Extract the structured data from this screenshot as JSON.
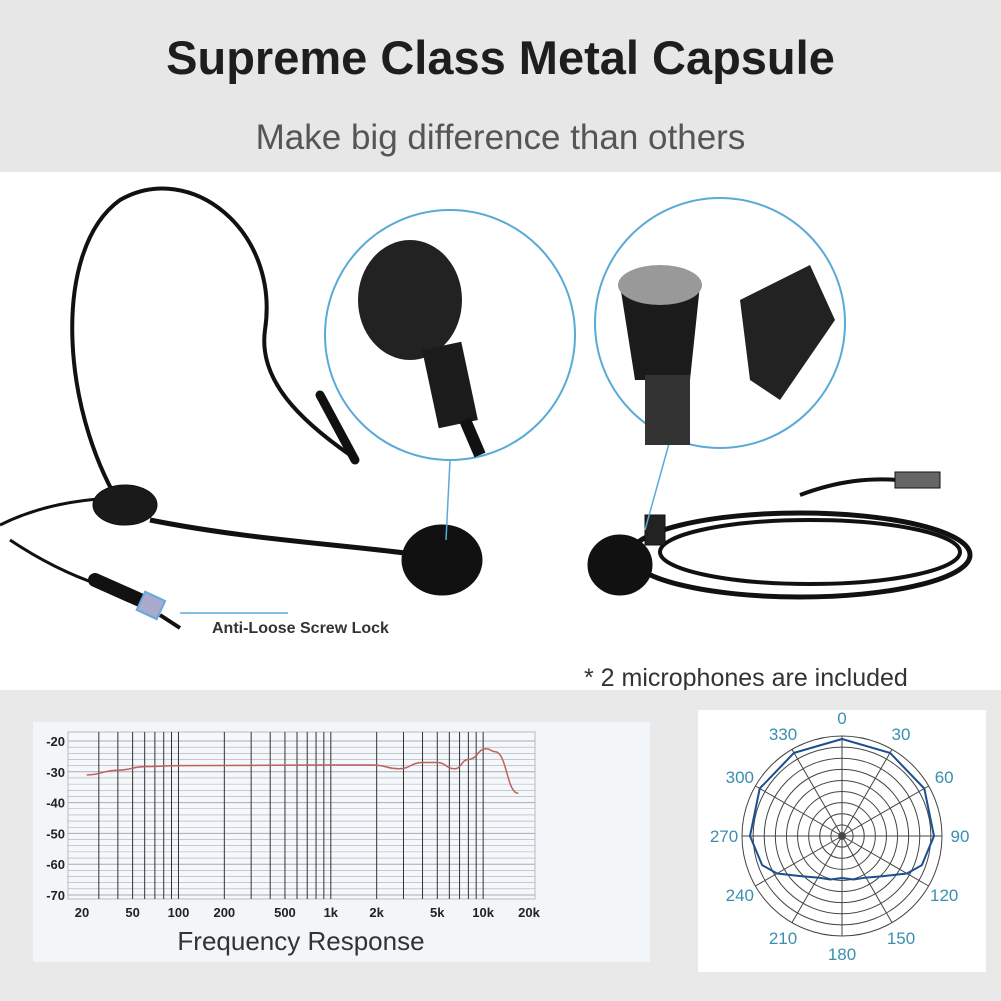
{
  "header": {
    "title": "Supreme Class Metal Capsule",
    "subtitle": "Make big difference than others"
  },
  "photo": {
    "screw_lock_label": "Anti-Loose Screw Lock",
    "note": "* 2 microphones are included",
    "accent": "#5aaad6"
  },
  "chart_data": [
    {
      "type": "line",
      "title": "Frequency Response",
      "xscale": "log",
      "xlim": [
        20,
        20000
      ],
      "ylim": [
        -70,
        -20
      ],
      "xticks": [
        "20",
        "50",
        "100",
        "200",
        "500",
        "1k",
        "2k",
        "5k",
        "10k",
        "20k"
      ],
      "xtick_values": [
        20,
        50,
        100,
        200,
        500,
        1000,
        2000,
        5000,
        10000,
        20000
      ],
      "yticks": [
        "-20",
        "-30",
        "-40",
        "-50",
        "-60",
        "-70"
      ],
      "ytick_values": [
        -20,
        -30,
        -40,
        -50,
        -60,
        -70
      ],
      "grid": true,
      "line_color": "#c0605f",
      "x": [
        25,
        40,
        60,
        100,
        300,
        1000,
        1900,
        2800,
        4000,
        5000,
        6500,
        8000,
        10500,
        12000,
        17000
      ],
      "y": [
        -31,
        -29.5,
        -28.3,
        -28,
        -27.9,
        -27.8,
        -27.8,
        -29,
        -27,
        -27,
        -29,
        -26,
        -22.5,
        -23.5,
        -37
      ]
    },
    {
      "type": "polar",
      "angle_labels": [
        "0",
        "30",
        "60",
        "90",
        "120",
        "150",
        "180",
        "210",
        "240",
        "270",
        "300",
        "330"
      ],
      "angles": [
        0,
        30,
        60,
        90,
        110,
        120,
        135,
        150,
        165,
        180,
        195,
        210,
        225,
        240,
        250,
        270,
        300,
        330
      ],
      "level": [
        0.97,
        0.96,
        0.95,
        0.92,
        0.85,
        0.75,
        0.57,
        0.48,
        0.45,
        0.42,
        0.45,
        0.48,
        0.57,
        0.75,
        0.85,
        0.92,
        0.95,
        0.96
      ],
      "line_color": "#1d4f8e",
      "label_color": "#3a8fb0",
      "grid": true
    }
  ]
}
